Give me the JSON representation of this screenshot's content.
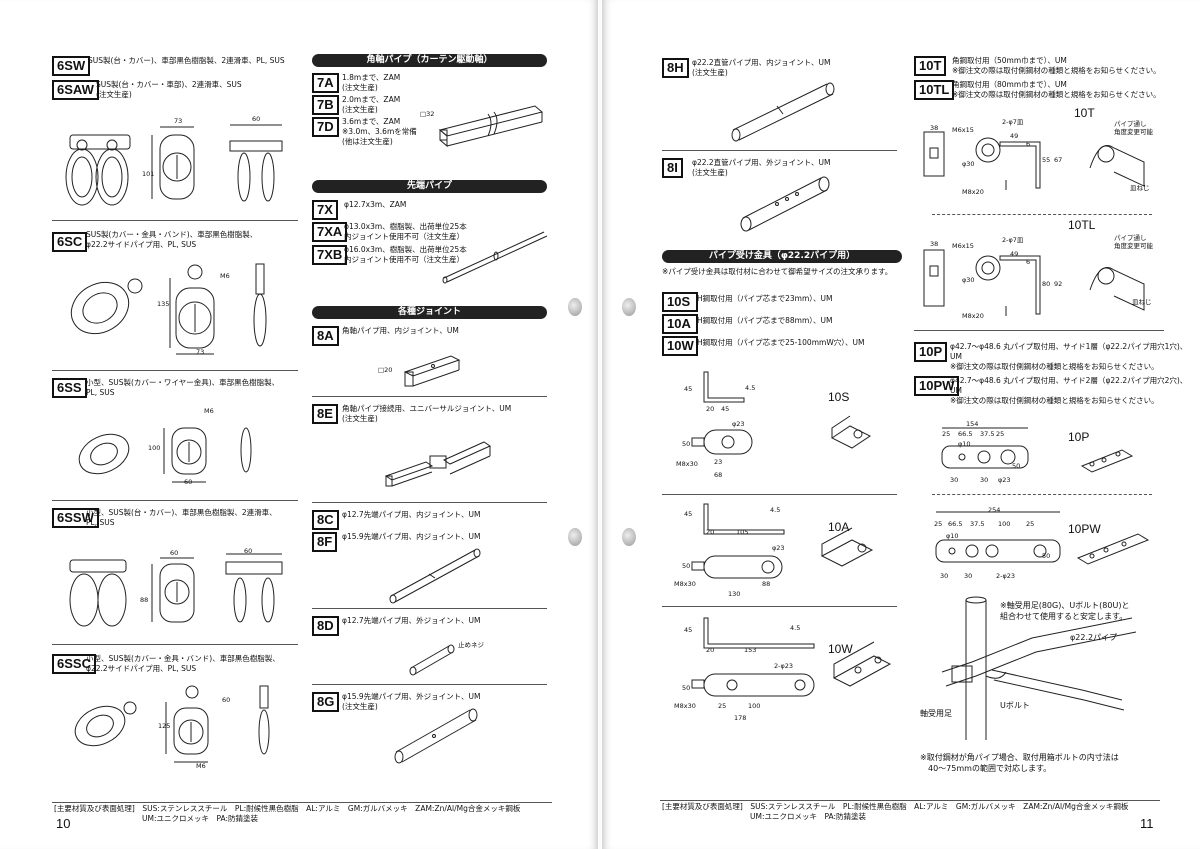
{
  "left": {
    "items6": [
      {
        "code": "6SW",
        "desc": "SUS製(台・カバー)、車部黒色樹脂製、2連滑車、PL, SUS"
      },
      {
        "code": "6SAW",
        "desc": "SUS製(台・カバー・車部)、2連滑車、SUS\n(注文生産)"
      },
      {
        "code": "6SC",
        "desc": "SUS製(カバー・金具・バンド)、車部黒色樹脂製、\nφ22.2サイドパイプ用、PL, SUS"
      },
      {
        "code": "6SS",
        "desc": "小型、SUS製(カバー・ワイヤー金具)、車部黒色樹脂製、\nPL, SUS"
      },
      {
        "code": "6SSW",
        "desc": "小型、SUS製(台・カバー)、車部黒色樹脂製、2連滑車、\nPL, SUS"
      },
      {
        "code": "6SSC",
        "desc": "小型、SUS製(カバー・金具・バンド)、車部黒色樹脂製、\nφ22.2サイドパイプ用、PL, SUS"
      }
    ],
    "dims": {
      "d73": "73",
      "d60": "60",
      "d101": "101",
      "d135": "135",
      "d73b": "73",
      "m6": "M6",
      "m6b": "M6",
      "d100": "100",
      "d60b": "60",
      "d60c": "60",
      "d60d": "60",
      "d88": "88",
      "d60e": "60",
      "d125": "125",
      "m6c": "M6",
      "sq32": "□32",
      "sq20": "□20",
      "nut": "止めネジ"
    },
    "sec7": "角軸パイプ（カーテン駆動軸）",
    "items7": [
      {
        "code": "7A",
        "desc": "1.8mまで、ZAM\n(注文生産)"
      },
      {
        "code": "7B",
        "desc": "2.0mまで、ZAM\n(注文生産)"
      },
      {
        "code": "7D",
        "desc": "3.6mまで、ZAM\n※3.0m、3.6mを常備\n(他は注文生産)"
      }
    ],
    "secX": "先端パイプ",
    "itemsX": [
      {
        "code": "7X",
        "desc": "φ12.7x3m、ZAM"
      },
      {
        "code": "7XA",
        "desc": "φ13.0x3m、樹脂製、出荷単位25本\n内ジョイント使用不可（注文生産）"
      },
      {
        "code": "7XB",
        "desc": "φ16.0x3m、樹脂製、出荷単位25本\n内ジョイント使用不可（注文生産）"
      }
    ],
    "sec8": "各種ジョイント",
    "items8": [
      {
        "code": "8A",
        "desc": "角軸パイプ用、内ジョイント、UM"
      },
      {
        "code": "8E",
        "desc": "角軸パイプ接続用、ユニバーサルジョイント、UM\n(注文生産)"
      },
      {
        "code": "8C",
        "desc": "φ12.7先端パイプ用、内ジョイント、UM"
      },
      {
        "code": "8F",
        "desc": "φ15.9先端パイプ用、内ジョイント、UM"
      },
      {
        "code": "8D",
        "desc": "φ12.7先端パイプ用、外ジョイント、UM"
      },
      {
        "code": "8G",
        "desc": "φ15.9先端パイプ用、外ジョイント、UM\n(注文生産)"
      }
    ],
    "footer": "[主要材質及び表面処理]　SUS:ステンレススチール　PL:耐候性黒色樹脂　AL:アルミ　GM:ガルバメッキ　ZAM:Zn/Al/Mg合金メッキ鋼板",
    "footer2": "UM:ユニクロメッキ　PA:防錆塗装",
    "pagenum": "10"
  },
  "right": {
    "items8b": [
      {
        "code": "8H",
        "desc": "φ22.2直管パイプ用、内ジョイント、UM\n(注文生産)"
      },
      {
        "code": "8I",
        "desc": "φ22.2直管パイプ用、外ジョイント、UM\n(注文生産)"
      }
    ],
    "sec10": "パイプ受け金具（φ22.2パイプ用）",
    "sec10note": "※パイプ受け金具は取付材に合わせて御希望サイズの注文承ります。",
    "items10": [
      {
        "code": "10S",
        "desc": "H鋼取付用（パイプ芯まで23mm）、UM"
      },
      {
        "code": "10A",
        "desc": "H鋼取付用（パイプ芯まで88mm）、UM"
      },
      {
        "code": "10W",
        "desc": "H鋼取付用（パイプ芯まで25-100mmW穴）、UM"
      }
    ],
    "labels10": {
      "s": "10S",
      "a": "10A",
      "w": "10W"
    },
    "dims10s": {
      "d45": "45",
      "d4_5": "4.5",
      "d20": "20",
      "d45b": "45",
      "phi23": "φ23",
      "d50": "50",
      "d23": "23",
      "d68": "68",
      "m8": "M8x30"
    },
    "dims10a": {
      "d45": "45",
      "d4_5": "4.5",
      "d20": "20",
      "d105": "105",
      "phi23": "φ23",
      "d50": "50",
      "d88": "88",
      "d130": "130",
      "m8": "M8x30"
    },
    "dims10w": {
      "d45": "45",
      "d4_5": "4.5",
      "d20": "20",
      "d153": "153",
      "phi23": "2-φ23",
      "d50": "50",
      "d25": "25",
      "d100": "100",
      "d178": "178",
      "m8": "M8x30"
    },
    "items10T": [
      {
        "code": "10T",
        "desc": "角鋼取付用（50mm巾まで）、UM\n※御注文の際は取付側鋼材の種類と規格をお知らせください。"
      },
      {
        "code": "10TL",
        "desc": "角鋼取付用（80mm巾まで）、UM\n※御注文の際は取付側鋼材の種類と規格をお知らせください。"
      }
    ],
    "labels10T": {
      "t": "10T",
      "tl": "10TL"
    },
    "dims10t": {
      "d38": "38",
      "m6": "M6x15",
      "phi7": "2-φ7皿",
      "d49": "49",
      "d6": "6",
      "phi30": "φ30",
      "d55": "55",
      "d67": "67",
      "m8": "M8x20",
      "pipe": "パイプ通し\n角度変更可能",
      "bolt": "皿ねじ"
    },
    "dims10tl": {
      "d38": "38",
      "m6": "M6x15",
      "phi7": "2-φ7皿",
      "d49": "49",
      "d6": "6",
      "phi30": "φ30",
      "d80": "80",
      "d92": "92",
      "m8": "M8x20",
      "pipe": "パイプ通し\n角度変更可能",
      "bolt": "皿ねじ"
    },
    "items10P": [
      {
        "code": "10P",
        "desc": "φ42.7〜φ48.6 丸パイプ取付用、サイド1層（φ22.2パイプ用穴1穴)、UM\n※御注文の際は取付側鋼材の種類と規格をお知らせください。"
      },
      {
        "code": "10PW",
        "desc": "φ42.7〜φ48.6 丸パイプ取付用、サイド2層（φ22.2パイプ用穴2穴)、UM\n※御注文の際は取付側鋼材の種類と規格をお知らせください。"
      }
    ],
    "labels10P": {
      "p": "10P",
      "pw": "10PW"
    },
    "dims10p": {
      "d154": "154",
      "d25": "25",
      "d66": "66.5",
      "d37": "37.5",
      "d25b": "25",
      "phi10": "φ10",
      "d30": "30",
      "d30b": "30",
      "phi23": "φ23",
      "d50": "50"
    },
    "dims10pw": {
      "d254": "254",
      "d25": "25",
      "d66": "66.5",
      "d37": "37.5",
      "d100": "100",
      "d25b": "25",
      "phi10": "φ10",
      "d30": "30",
      "d30b": "30",
      "phi23": "2-φ23",
      "d50": "50"
    },
    "assembly": {
      "note": "※軸受用足(80G)、Uボルト(80U)と\n組合わせて使用すると安定します。",
      "pipe": "φ22.2パイプ",
      "foot": "軸受用足",
      "ubolt": "Uボルト"
    },
    "bottomnote": "※取付鋼材が角パイプ場合、取付用箱ボルトの内寸法は\n　40〜75mmの範囲で対応します。",
    "footer": "[主要材質及び表面処理]　SUS:ステンレススチール　PL:耐候性黒色樹脂　AL:アルミ　GM:ガルバメッキ　ZAM:Zn/Al/Mg合金メッキ鋼板",
    "footer2": "UM:ユニクロメッキ　PA:防錆塗装",
    "pagenum": "11"
  }
}
